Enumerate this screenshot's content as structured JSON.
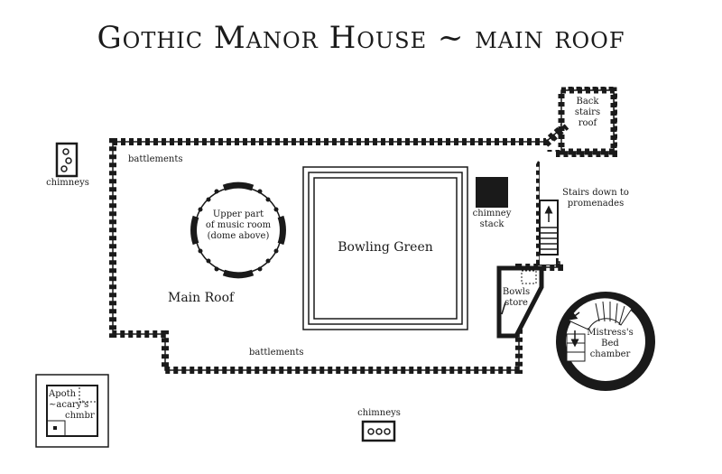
{
  "title": "Gothic Manor House ~ main roof",
  "labels": {
    "chimneys_top": "chimneys",
    "battlements_top": "battlements",
    "battlements_bottom": "battlements",
    "music_room": [
      "Upper part",
      "of music room",
      "(dome above)"
    ],
    "main_roof": "Main Roof",
    "bowling_green": "Bowling Green",
    "chimney_stack": [
      "chimney",
      "stack"
    ],
    "back_stairs": [
      "Back",
      "stairs",
      "roof"
    ],
    "stairs_down": [
      "Stairs down to",
      "promenades"
    ],
    "bowls_store": [
      "Bowls",
      "store"
    ],
    "mistress": [
      "Mistress's",
      "Bed",
      "chamber"
    ],
    "apothecary": [
      "Apoth",
      "~acary's",
      "chmbr"
    ],
    "chimneys_bottom": "chimneys"
  },
  "icons": {
    "stair_arrow_up": "arrow-up-icon",
    "stair_arrow_down": "arrow-down-icon",
    "stair_arrow_left": "arrow-left-icon"
  },
  "colors": {
    "ink": "#1a1a1a",
    "paper": "#ffffff"
  }
}
